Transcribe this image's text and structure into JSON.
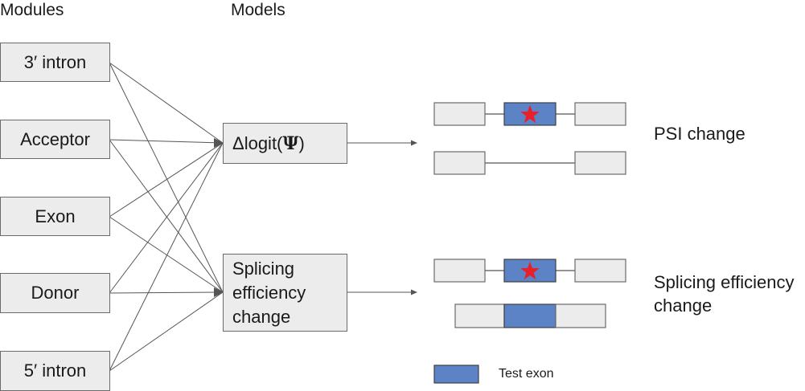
{
  "headers": {
    "modules": "Modules",
    "models": "Models"
  },
  "modules": [
    {
      "label": "3′ intron"
    },
    {
      "label": "Acceptor"
    },
    {
      "label": "Exon"
    },
    {
      "label": "Donor"
    },
    {
      "label": "5′ intron"
    }
  ],
  "models": {
    "psi_prefix": "Δlogit(",
    "psi_symbol": "Ψ",
    "psi_suffix": ")",
    "splicing_line1": "Splicing",
    "splicing_line2": "efficiency",
    "splicing_line3": "change"
  },
  "outputs": {
    "psi_change": "PSI change",
    "splicing_line1": "Splicing efficiency",
    "splicing_line2": "change"
  },
  "legend": {
    "test_exon": "Test exon"
  },
  "colors": {
    "box_fill": "#ececec",
    "box_stroke": "#6b6b6b",
    "exon_blue": "#5b83c6",
    "star_red": "#e8202a",
    "line": "#555555"
  }
}
